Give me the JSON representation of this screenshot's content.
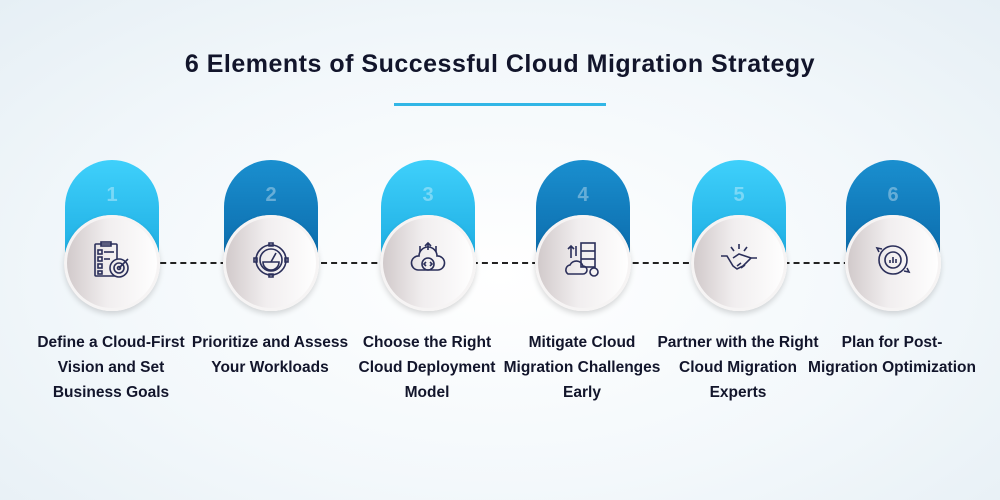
{
  "title": "6 Elements of Successful Cloud Migration Strategy",
  "steps": [
    {
      "number": "1",
      "label": "Define a Cloud-First Vision and Set Business Goals",
      "icon": "checklist-target-icon"
    },
    {
      "number": "2",
      "label": "Prioritize and Assess Your Workloads",
      "icon": "gauge-gear-icon"
    },
    {
      "number": "3",
      "label": "Choose the Right Cloud Deployment Model",
      "icon": "cloud-code-icon"
    },
    {
      "number": "4",
      "label": "Mitigate Cloud Migration Challenges Early",
      "icon": "server-cloud-gear-icon"
    },
    {
      "number": "5",
      "label": "Partner with the Right Cloud Migration Experts",
      "icon": "handshake-icon"
    },
    {
      "number": "6",
      "label": "Plan for Post-Migration Optimization",
      "icon": "optimization-chart-icon"
    }
  ],
  "colors": {
    "light": "#2cbff0",
    "dark": "#0f7bbd",
    "accent": "#31b6e6",
    "text": "#12152b"
  }
}
